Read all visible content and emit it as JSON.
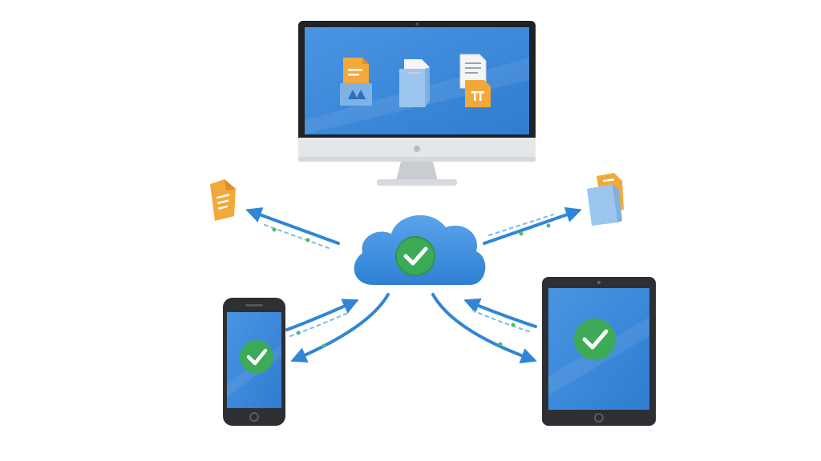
{
  "colors": {
    "background": "#ffffff",
    "screen_blue": "#3b87d9",
    "screen_blue_light": "#5a9ee4",
    "device_frame": "#2d2f33",
    "monitor_bezel": "#1f2226",
    "monitor_chin": "#e4e6e9",
    "stand": "#c9ccd1",
    "cloud": "#3e8fdf",
    "cloud_light": "#5aa2e8",
    "check_green": "#3cab57",
    "check_mark": "#ffffff",
    "arrow_blue": "#2f86d6",
    "file_orange": "#f2a93b",
    "file_orange_dark": "#e08e22",
    "file_blue": "#9cc6ef",
    "file_white": "#f3f5f7",
    "sync_green": "#4dbb6a"
  },
  "nodes": {
    "monitor": {
      "icon": "desktop-monitor-icon",
      "files": [
        "document-orange-icon",
        "document-blue-icon",
        "document-stack-icon"
      ]
    },
    "cloud": {
      "icon": "cloud-icon",
      "status": "check-icon"
    },
    "phone": {
      "icon": "smartphone-icon",
      "status": "check-icon"
    },
    "tablet": {
      "icon": "tablet-icon",
      "status": "check-icon"
    },
    "file_left": {
      "icon": "orange-document-icon"
    },
    "file_right": {
      "icon": "folder-documents-icon"
    }
  },
  "connections": [
    {
      "from": "cloud",
      "to": "file_left",
      "style": "bidirectional"
    },
    {
      "from": "cloud",
      "to": "file_right",
      "style": "bidirectional"
    },
    {
      "from": "cloud",
      "to": "phone",
      "style": "bidirectional"
    },
    {
      "from": "cloud",
      "to": "tablet",
      "style": "bidirectional"
    }
  ]
}
